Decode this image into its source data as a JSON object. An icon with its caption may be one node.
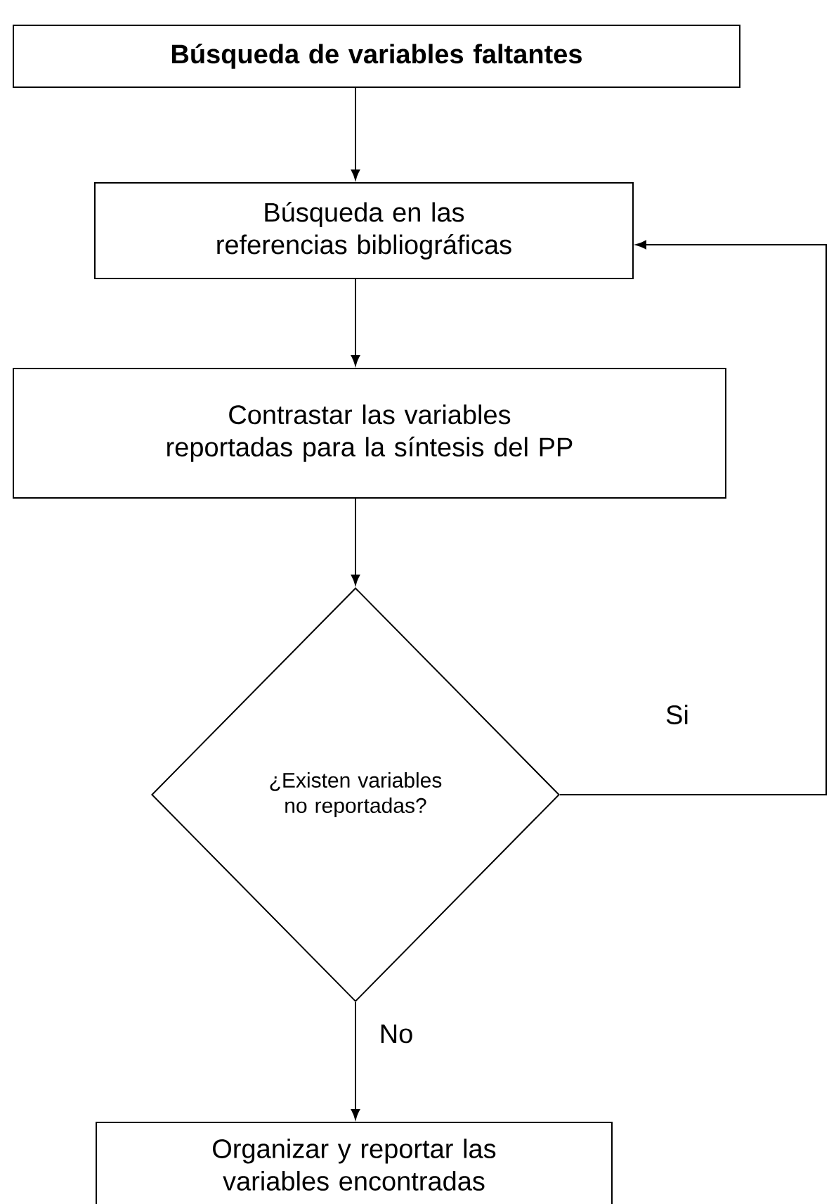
{
  "diagram": {
    "nodes": [
      {
        "text": [
          "Búsqueda de variables faltantes"
        ]
      },
      {
        "text": [
          "Búsqueda en las referencias bibliográficas"
        ]
      },
      {
        "text": [
          "Contrastar las variables reportadas para la síntesis del PP"
        ]
      },
      {
        "text": [
          "¿Existen variables no reportadas?"
        ]
      },
      {
        "text": [
          "Organizar y reportar las variables encontradas"
        ]
      }
    ],
    "edges": [
      {
        "from": 0,
        "to": 1,
        "arrow": "to"
      },
      {
        "from": 1,
        "to": 2,
        "arrow": "to"
      },
      {
        "from": 2,
        "to": 3,
        "arrow": "to"
      },
      {
        "from": 3,
        "to": 4,
        "arrow": "to",
        "label": "No"
      },
      {
        "from": 3,
        "to": 1,
        "arrow": "to",
        "label": "Si"
      }
    ]
  }
}
